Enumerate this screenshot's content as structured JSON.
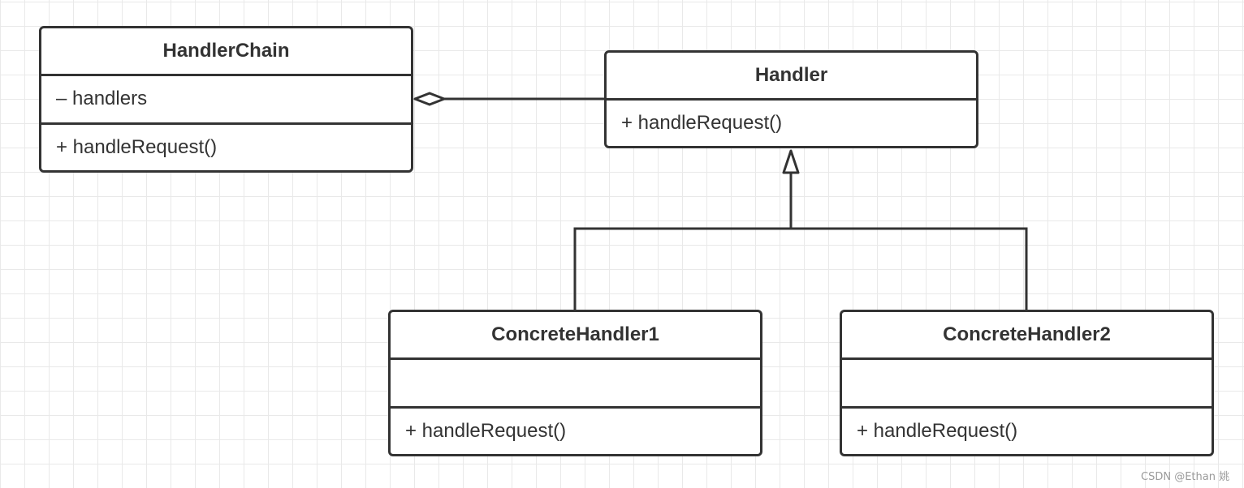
{
  "classes": [
    {
      "name": "HandlerChain",
      "attributes": [
        "– handlers"
      ],
      "methods": [
        "+ handleRequest()"
      ]
    },
    {
      "name": "Handler",
      "methods": [
        "+ handleRequest()"
      ]
    },
    {
      "name": "ConcreteHandler1",
      "attributes": [],
      "methods": [
        "+ handleRequest()"
      ]
    },
    {
      "name": "ConcreteHandler2",
      "attributes": [],
      "methods": [
        "+ handleRequest()"
      ]
    }
  ],
  "watermark": "CSDN @Ethan 姚",
  "colors": {
    "stroke": "#333333",
    "box_fill": "#ffffff",
    "grid_line": "#e9e9e9",
    "watermark": "#9a9a9a"
  }
}
